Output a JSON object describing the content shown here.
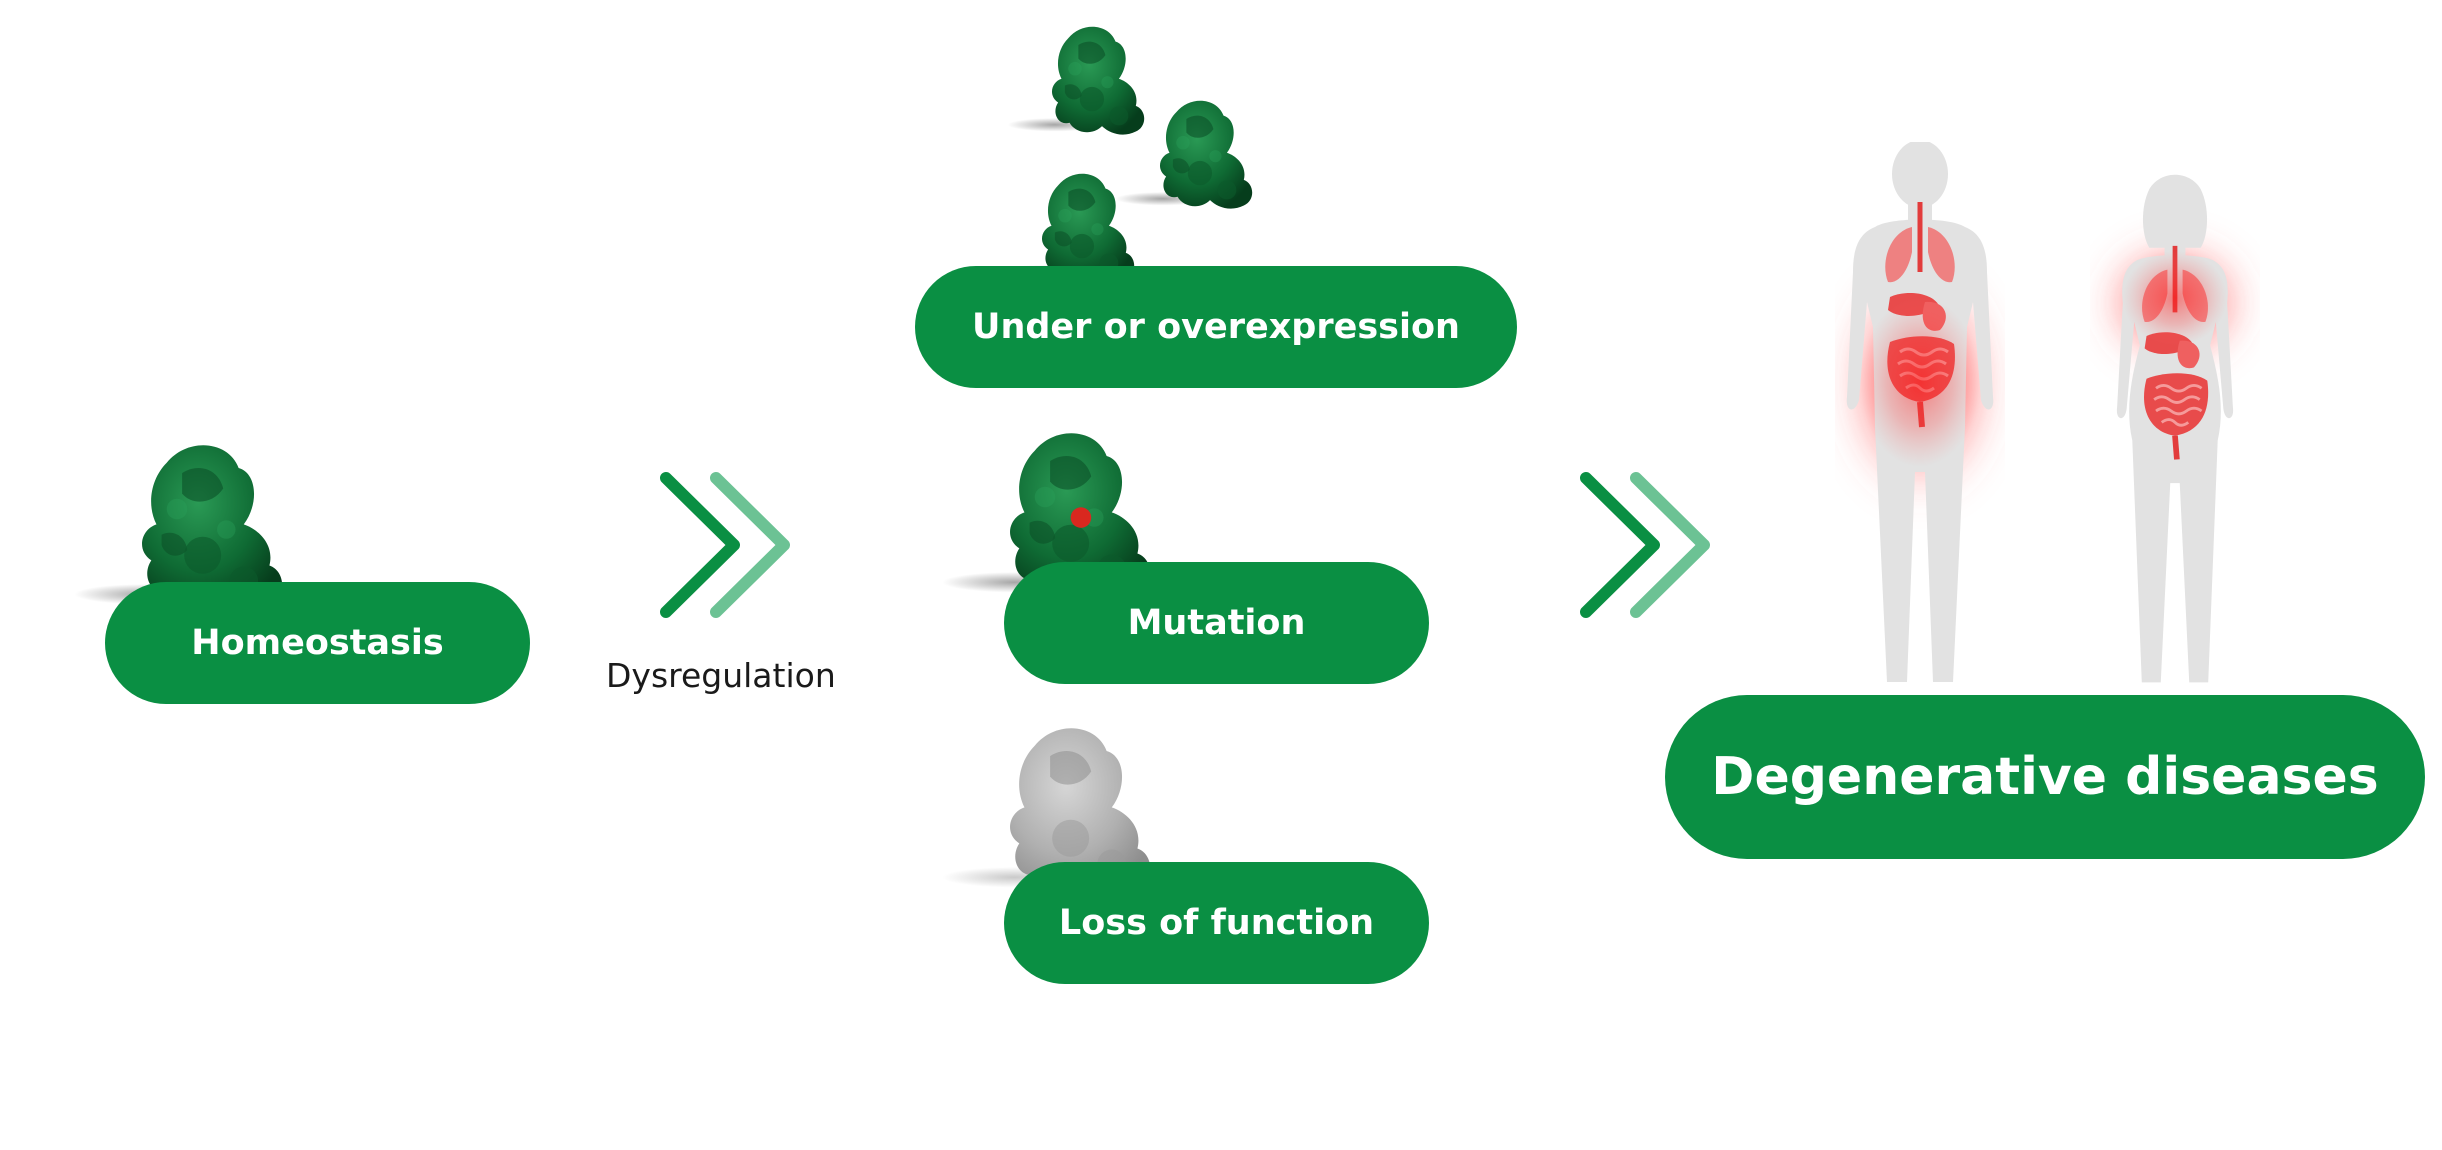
{
  "diagram": {
    "start": {
      "label": "Homeostasis"
    },
    "transition": {
      "label": "Dysregulation"
    },
    "mechanisms": [
      {
        "label": "Under or overexpression"
      },
      {
        "label": "Mutation"
      },
      {
        "label": "Loss of function"
      }
    ],
    "outcome": {
      "label": "Degenerative diseases"
    }
  },
  "colors": {
    "pill_green": "#0a8f43",
    "chevron_dark": "#0a8f43",
    "chevron_light": "#6cc294",
    "protein_green": "#0f6b34",
    "protein_gray": "#b3b3b3",
    "mutation_red": "#d9281f",
    "inflammation_red": "#ff2a2a",
    "body_gray": "#e2e2e2"
  },
  "icons": [
    "protein-structure-icon",
    "chevron-double-right-icon",
    "human-body-male-icon",
    "human-body-female-icon"
  ]
}
